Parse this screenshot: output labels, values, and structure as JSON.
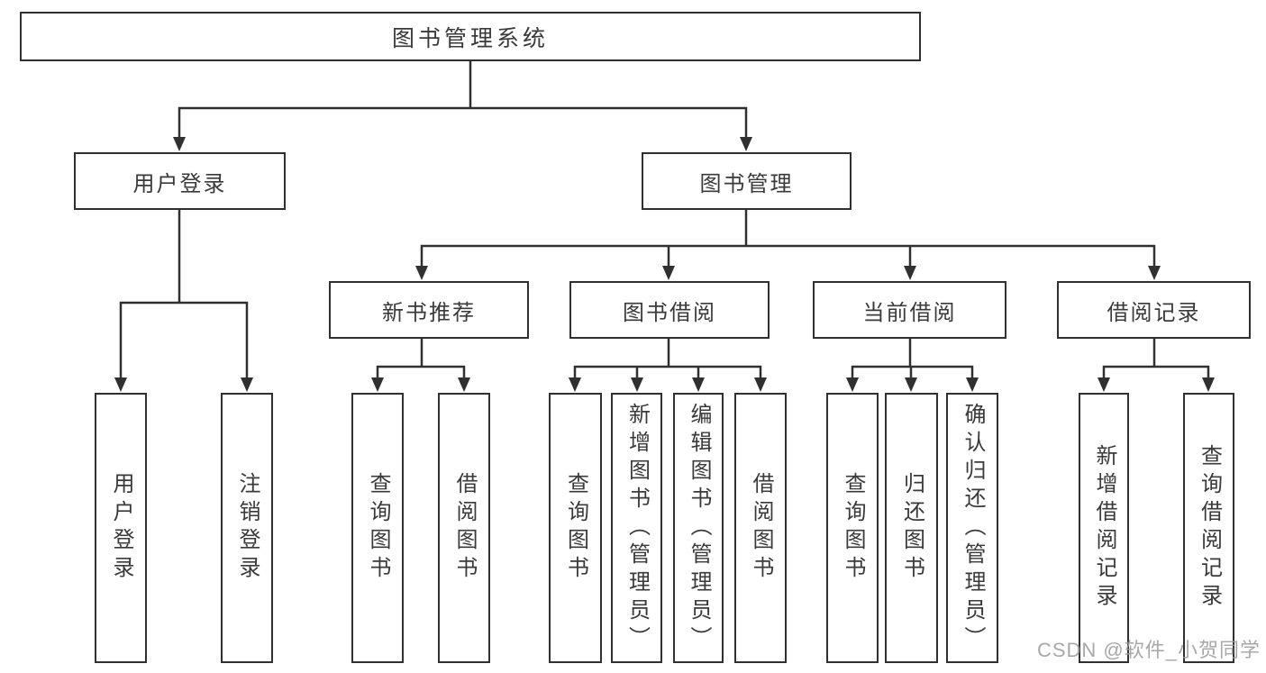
{
  "root": {
    "label": "图书管理系统"
  },
  "tree": {
    "user_login": {
      "label": "用户登录",
      "children": [
        "用户登录",
        "注销登录"
      ]
    },
    "book_management": {
      "label": "图书管理",
      "sections": [
        {
          "label": "新书推荐",
          "children": [
            "查询图书",
            "借阅图书"
          ]
        },
        {
          "label": "图书借阅",
          "children": [
            "查询图书",
            "新增图书（管理员）",
            "编辑图书（管理员）",
            "借阅图书"
          ]
        },
        {
          "label": "当前借阅",
          "children": [
            "查询图书",
            "归还图书",
            "确认归还（管理员）"
          ]
        },
        {
          "label": "借阅记录",
          "children": [
            "新增借阅记录",
            "查询借阅记录"
          ]
        }
      ]
    }
  },
  "watermark": "CSDN @软件_小贺同学",
  "colors": {
    "line": "#303030",
    "box_border": "#303030",
    "text": "#3a3a3a",
    "watermark": "#999999",
    "background": "#ffffff"
  }
}
